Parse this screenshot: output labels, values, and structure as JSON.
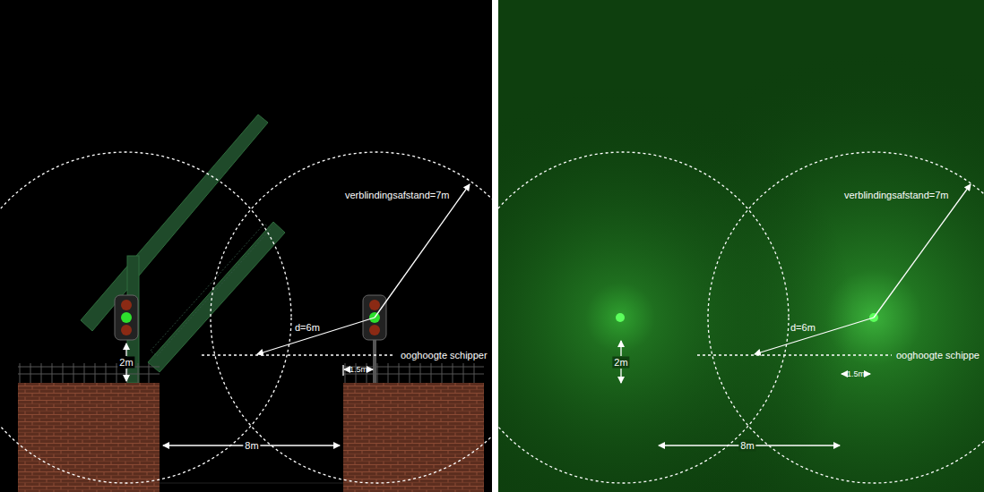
{
  "diagram": {
    "labels": [
      "verblindingsafstand=7m",
      "d=6m",
      "ooghoogte schipper",
      "2m",
      "1.5m",
      "8m",
      "verblindingsafstand=7m",
      "d=6m",
      "ooghoogte schippe",
      "2m",
      "1.5m",
      "8m"
    ]
  }
}
